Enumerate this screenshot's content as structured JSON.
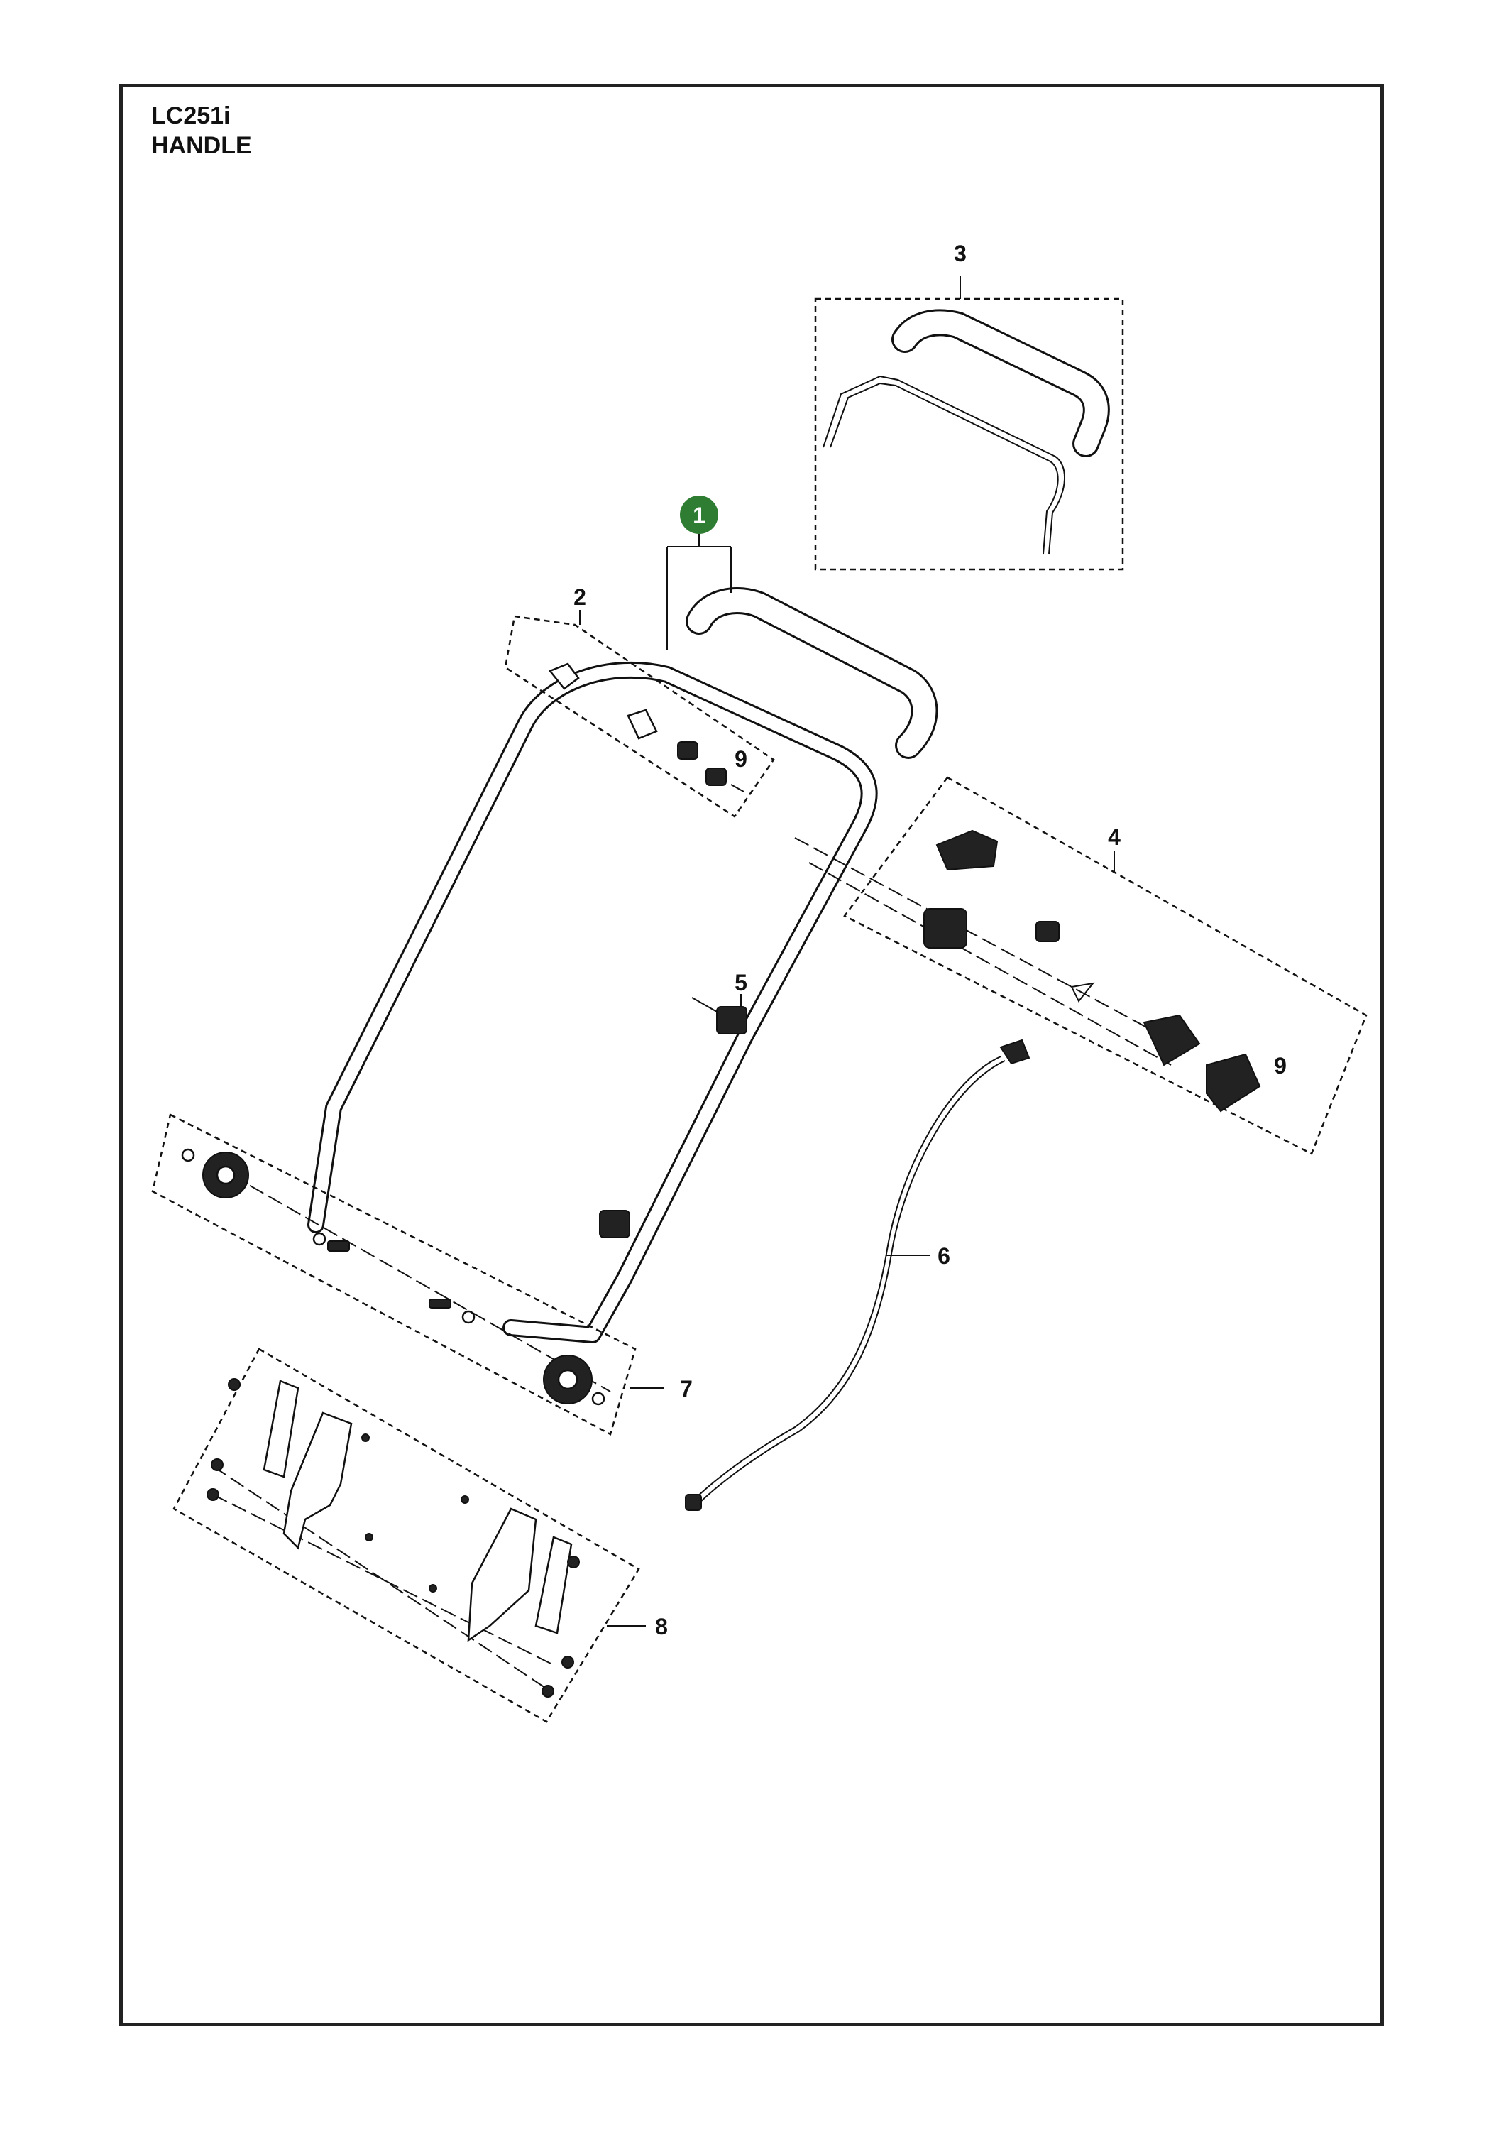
{
  "header": {
    "model": "LC251i",
    "section": "HANDLE"
  },
  "callouts": {
    "c1": "1",
    "c2": "2",
    "c3": "3",
    "c4": "4",
    "c5": "5",
    "c6": "6",
    "c7": "7",
    "c8": "8",
    "c9a": "9",
    "c9b": "9"
  },
  "colors": {
    "highlight_badge": "#2e7d32",
    "line": "#111111"
  }
}
